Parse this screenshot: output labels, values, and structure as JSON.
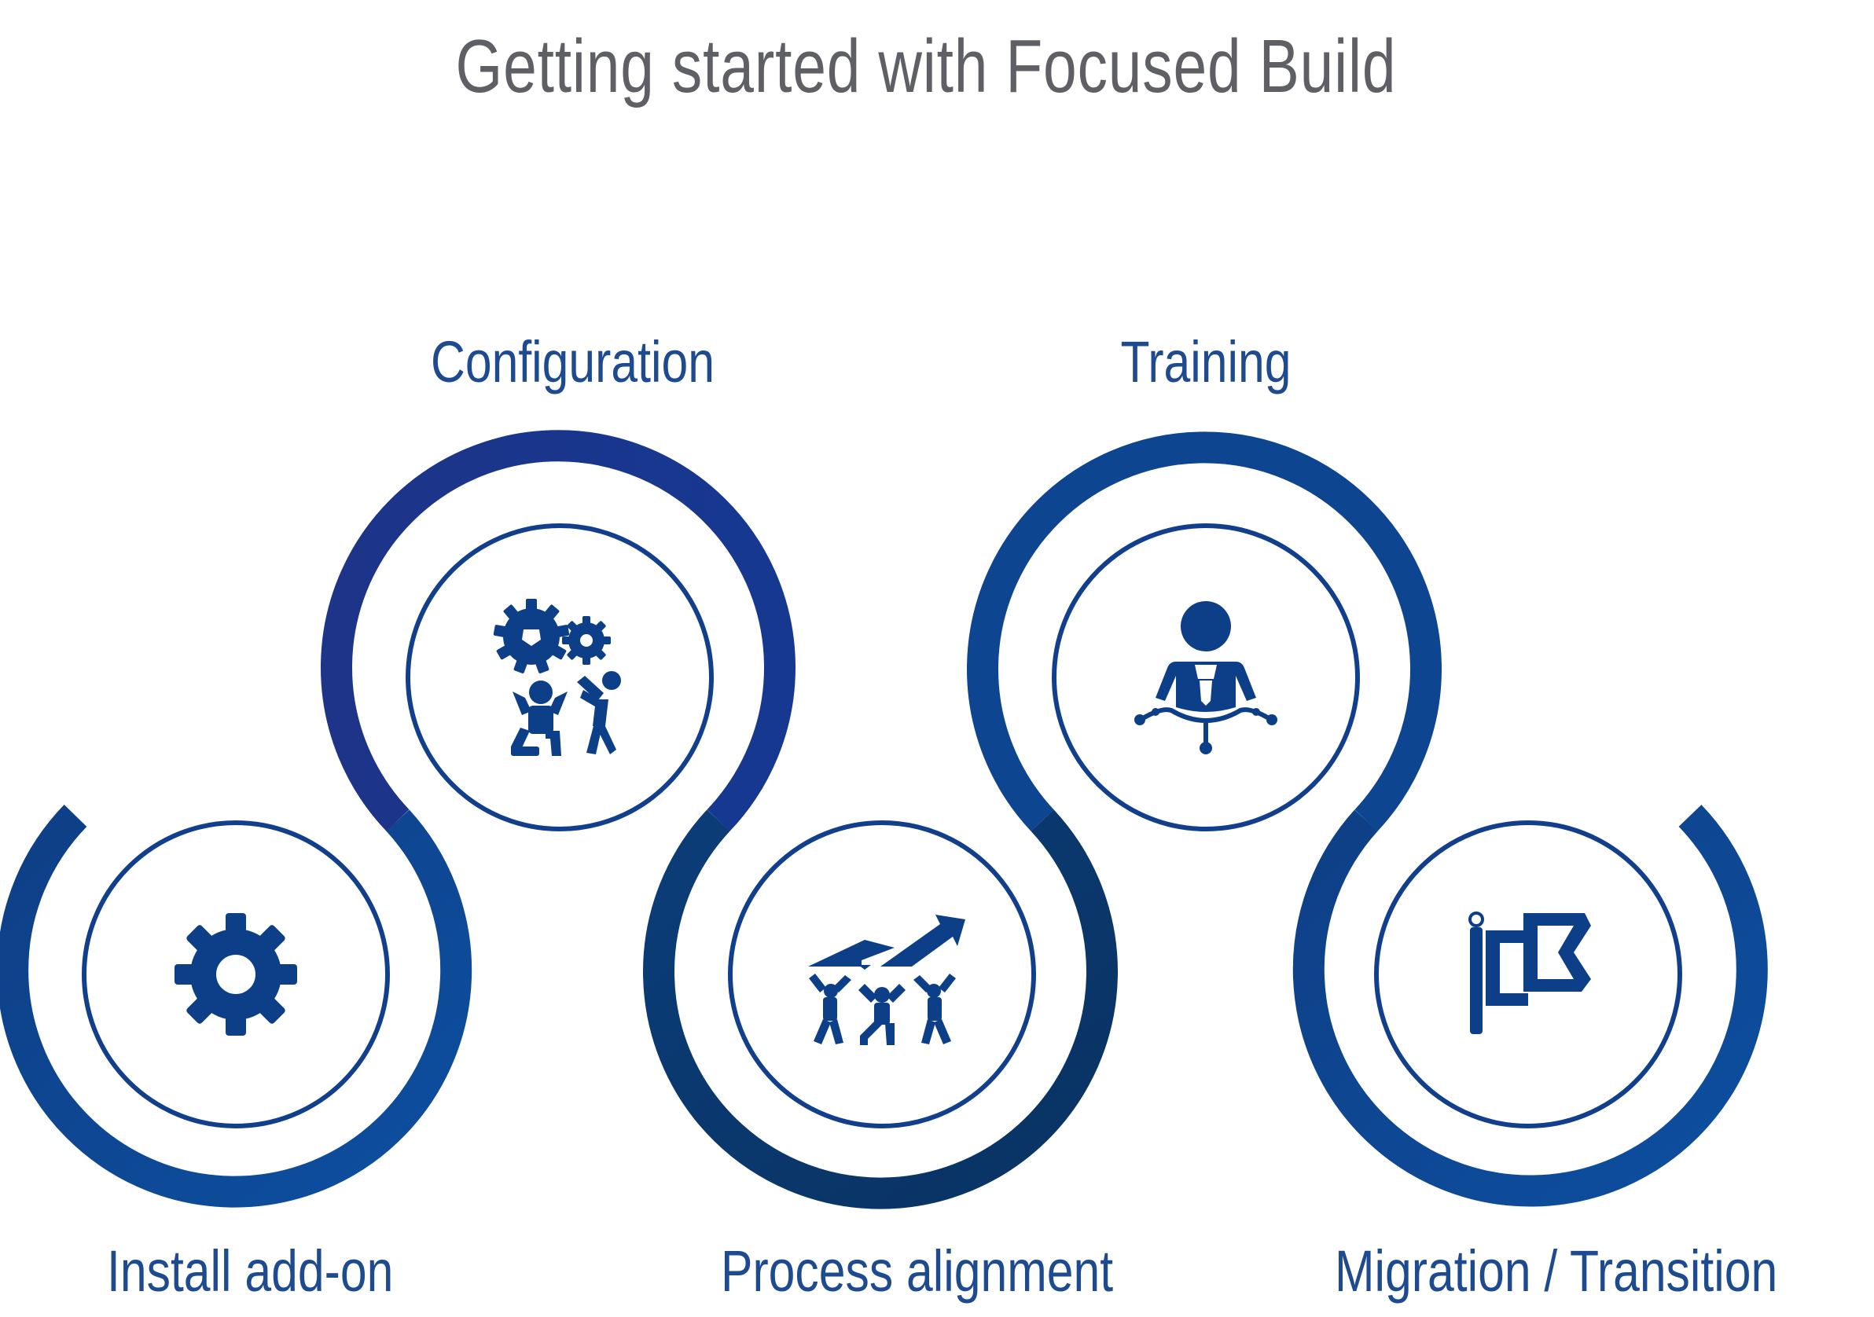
{
  "title": "Getting started with Focused Build",
  "colors": {
    "ring_blue": "#0f4c98",
    "ring_indigo": "#17348a",
    "ring_navy": "#0a3a73",
    "label_blue": "#1e4a8f",
    "title_grey": "#5f6065"
  },
  "steps": [
    {
      "label": "Install add-on",
      "icon": "gear-icon"
    },
    {
      "label": "Configuration",
      "icon": "team-gears-icon"
    },
    {
      "label": "Process alignment",
      "icon": "team-growth-icon"
    },
    {
      "label": "Training",
      "icon": "trainer-icon"
    },
    {
      "label": "Migration / Transition",
      "icon": "flag-icon"
    }
  ]
}
